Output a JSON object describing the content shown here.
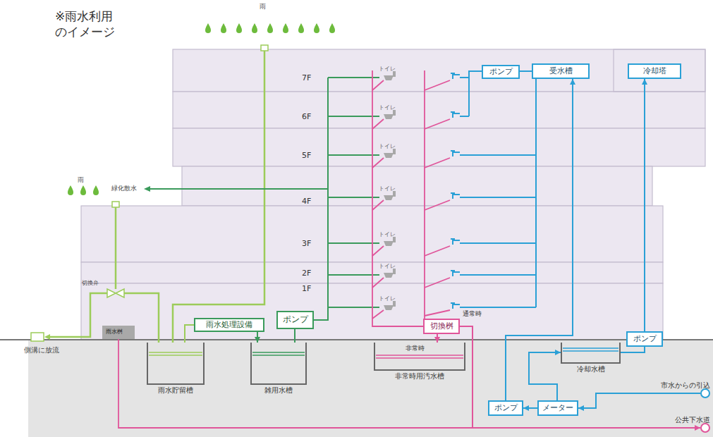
{
  "diagram": {
    "title": "※雨水利用 のイメージ",
    "nodes": [
      {
        "text": [
          "ポンプ"
        ]
      },
      {
        "text": [
          "受水槽"
        ]
      },
      {
        "text": [
          "冷却塔"
        ]
      },
      {
        "text": [
          "雨水処理設備"
        ]
      },
      {
        "text": [
          "ポンプ"
        ]
      },
      {
        "text": [
          "雨水貯留槽"
        ]
      },
      {
        "text": [
          "雑用水槽"
        ]
      },
      {
        "text": [
          "切換桝"
        ]
      },
      {
        "text": [
          "非常時用汚水槽"
        ]
      },
      {
        "text": [
          "冷却水槽"
        ]
      },
      {
        "text": [
          "ポンプ"
        ]
      },
      {
        "text": [
          "ポンプ"
        ]
      },
      {
        "text": [
          "メーター"
        ]
      },
      {
        "text": [
          "市水からの引込"
        ]
      },
      {
        "text": [
          "公共下水道"
        ]
      }
    ],
    "edges": [
      {
        "from": 5,
        "to": 3,
        "arrow": "none"
      },
      {
        "from": 3,
        "to": 6,
        "arrow": "to"
      },
      {
        "from": 6,
        "to": 4,
        "arrow": "none"
      },
      {
        "from": 0,
        "to": 1,
        "arrow": "none"
      },
      {
        "from": 11,
        "to": 1,
        "arrow": "to"
      },
      {
        "from": 12,
        "to": 11,
        "arrow": "to"
      },
      {
        "from": 13,
        "to": 12,
        "arrow": "to"
      },
      {
        "from": 12,
        "to": 9,
        "arrow": "to"
      },
      {
        "from": 9,
        "to": 10,
        "arrow": "none"
      },
      {
        "from": 10,
        "to": 2,
        "arrow": "to"
      },
      {
        "from": 7,
        "to": 8,
        "label": "非常時",
        "arrow": "to"
      },
      {
        "from": 7,
        "to": 14,
        "label": "通常時",
        "arrow": "to"
      }
    ],
    "labels": [
      "雨",
      "雨",
      "緑化散水",
      "7F",
      "6F",
      "5F",
      "4F",
      "3F",
      "2F",
      "1F",
      "トイレ",
      "トイレ",
      "トイレ",
      "トイレ",
      "トイレ",
      "トイレ",
      "トイレ",
      "切換弁",
      "雨水桝",
      "側溝に放流"
    ]
  }
}
